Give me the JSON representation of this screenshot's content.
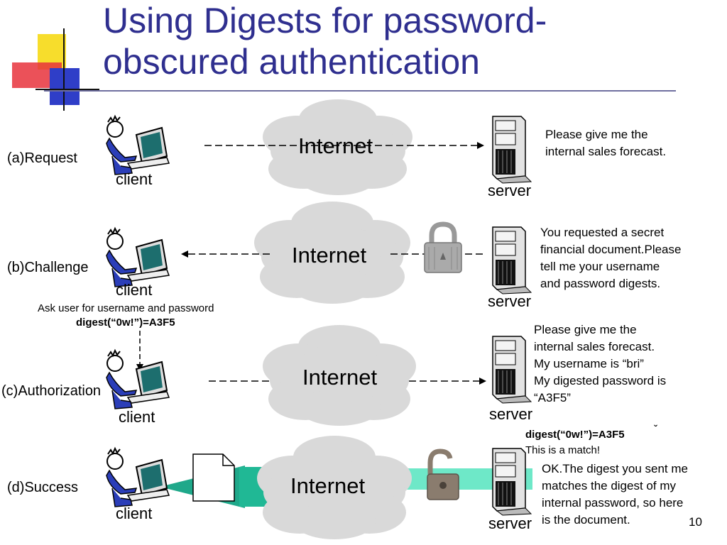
{
  "slide": {
    "title_line1": "Using Digests for password-",
    "title_line2": "obscured authentication",
    "page_number": "10"
  },
  "steps": [
    {
      "label": "(a)Request",
      "client": "client",
      "server": "server",
      "cloud": "Internet",
      "message": [
        "Please give me the",
        "internal sales forecast."
      ]
    },
    {
      "label": "(b)Challenge",
      "client": "client",
      "server": "server",
      "cloud": "Internet",
      "message": [
        "You requested a secret",
        "financial document.Please",
        "tell me your username",
        "and password digests."
      ],
      "note_line1": "Ask user for username and  password",
      "note_line2": "digest(“0w!”)=A3F5"
    },
    {
      "label": "(c)Authorization",
      "client": "client",
      "server": "server",
      "cloud": "Internet",
      "message": [
        "Please give me the",
        "internal sales forecast.",
        "My username is “bri”",
        "My digested password is",
        "“A3F5”"
      ]
    },
    {
      "label": "(d)Success",
      "client": "client",
      "server": "server",
      "cloud": "Internet",
      "server_note_line1": "digest(“0w!”)=A3F5",
      "server_note_line2": "This is a match!",
      "message": [
        "OK.The digest you sent me",
        "matches the digest of my",
        "internal password, so here",
        "is the document."
      ]
    }
  ]
}
